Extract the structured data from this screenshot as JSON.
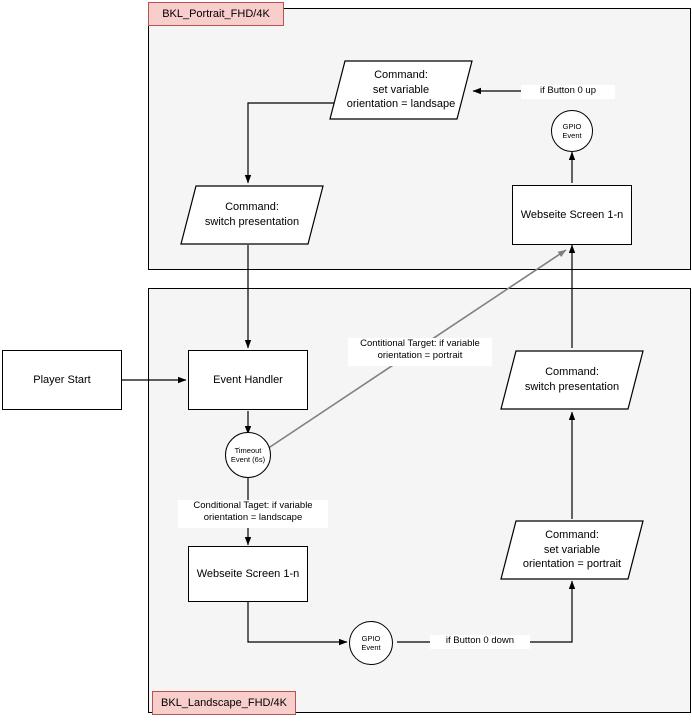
{
  "groups": [
    {
      "id": "portrait",
      "label": "BKL_Portrait_FHD/4K"
    },
    {
      "id": "landscape",
      "label": "BKL_Landscape_FHD/4K"
    }
  ],
  "nodes": {
    "set_var_landscape": "Command:\nset variable\norientation = landsape",
    "switch_presentation_top": "Command:\nswitch presentation",
    "webseite_top": "Webseite Screen 1-n",
    "gpio_event_top": "GPIO\nEvent",
    "player_start": "Player Start",
    "event_handler": "Event Handler",
    "timeout_event": "Timeout\nEvent (6s)",
    "webseite_bottom": "Webseite Screen 1-n",
    "gpio_event_bottom": "GPIO\nEvent",
    "switch_presentation_bottom": "Command:\nswitch presentation",
    "set_var_portrait": "Command:\nset variable\norientation = portrait"
  },
  "edge_labels": {
    "if_button_0_up": "if Button 0 up",
    "if_button_0_down": "if Button 0 down",
    "conditional_target_portrait": "Contitional Target: if variable\norientation = portrait",
    "conditional_target_landscape": "Conditional Taget: if variable\norientation = landscape"
  },
  "colors": {
    "group_fill": "#f5f5f5",
    "group_stroke": "#000000",
    "label_fill": "#f8cecc",
    "label_stroke": "#b85450",
    "node_fill": "#ffffff",
    "node_stroke": "#000000",
    "edge_stroke": "#000000",
    "gray_edge_stroke": "#808080"
  }
}
